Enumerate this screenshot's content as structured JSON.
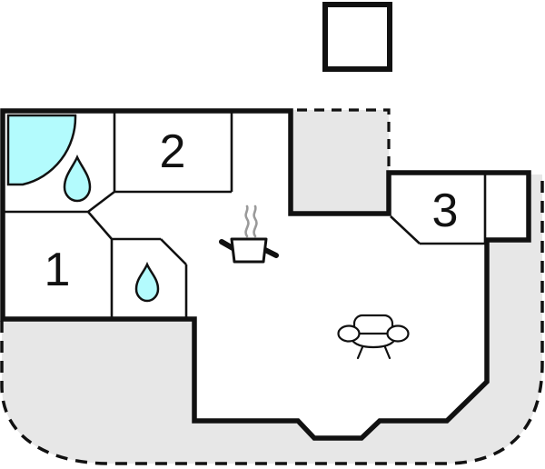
{
  "plan": {
    "rooms": [
      {
        "label": "1"
      },
      {
        "label": "2"
      },
      {
        "label": "3"
      }
    ],
    "colors": {
      "wall": "#111111",
      "water_fill": "#b3fbfd",
      "terrace_fill": "#e7e7e7",
      "steam": "#9a9a9a",
      "background": "#ffffff"
    },
    "icons": {
      "shower": "shower-icon",
      "water_drop": "water-drop-icon",
      "cooking_pot": "cooking-pot-icon",
      "sofa": "sofa-icon",
      "outbuilding": "outbuilding-square",
      "terrace": "terrace-dashed-area"
    }
  }
}
